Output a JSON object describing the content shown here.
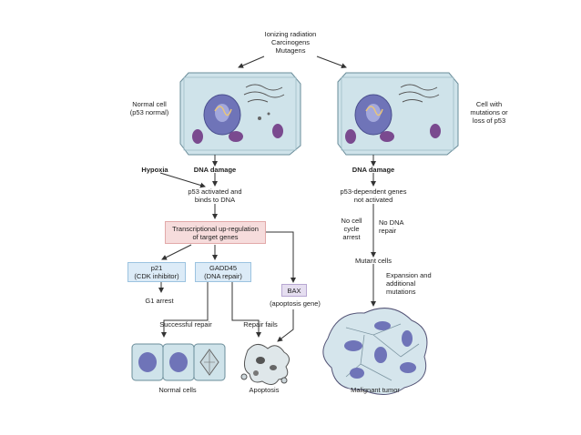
{
  "stressors": [
    "Ionizing radiation",
    "Carcinogens",
    "Mutagens"
  ],
  "left": {
    "cell_label": [
      "Normal cell",
      "(p53 normal)"
    ],
    "hypoxia": "Hypoxia",
    "dna_damage": "DNA damage",
    "p53_activated": [
      "p53 activated and",
      "binds to DNA"
    ],
    "upregulation": [
      "Transcriptional up-regulation",
      "of target genes"
    ],
    "p21": [
      "p21",
      "(CDK inhibitor)"
    ],
    "gadd45": [
      "GADD45",
      "(DNA repair)"
    ],
    "bax": "BAX",
    "bax_sub": "(apoptosis gene)",
    "g1_arrest": "G1 arrest",
    "successful_repair": "Successful repair",
    "repair_fails": "Repair fails",
    "normal_cells": "Normal cells",
    "apoptosis": "Apoptosis"
  },
  "right": {
    "cell_label": [
      "Cell with",
      "mutations or",
      "loss of p53"
    ],
    "dna_damage": "DNA damage",
    "genes_not_activated": [
      "p53-dependent genes",
      "not activated"
    ],
    "no_cell_cycle_arrest": [
      "No cell",
      "cycle",
      "arrest"
    ],
    "no_dna_repair": [
      "No DNA",
      "repair"
    ],
    "mutant_cells": "Mutant cells",
    "expansion": [
      "Expansion and",
      "additional",
      "mutations"
    ],
    "malignant_tumor": "Malignant tumor"
  },
  "colors": {
    "cell_fill": "#cfe3ea",
    "nucleus": "#6f74b8",
    "mitochondria": "#7a4a8f",
    "pink_box": "#f6dcdc",
    "blue_box": "#dcebf7",
    "lavender_box": "#e5def0",
    "arrow": "#333333"
  }
}
